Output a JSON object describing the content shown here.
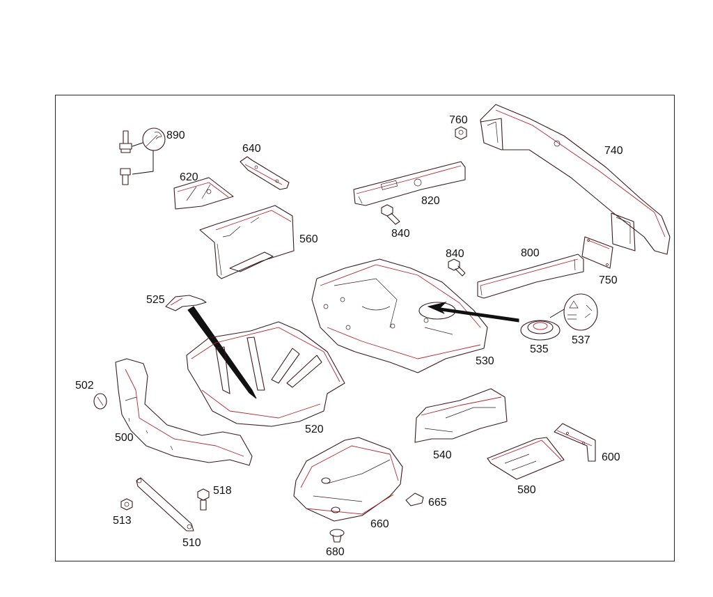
{
  "parts": {
    "p890": "890",
    "p640": "640",
    "p620": "620",
    "p560": "560",
    "p760": "760",
    "p740": "740",
    "p820": "820",
    "p840a": "840",
    "p840b": "840",
    "p800": "800",
    "p750": "750",
    "p525": "525",
    "p530": "530",
    "p535": "535",
    "p537": "537",
    "p502": "502",
    "p500": "500",
    "p520": "520",
    "p540": "540",
    "p600": "600",
    "p580": "580",
    "p518": "518",
    "p513": "513",
    "p510": "510",
    "p660": "660",
    "p665": "665",
    "p680": "680"
  },
  "colors": {
    "outline": "#3a1a1e",
    "accent": "#b3262e",
    "frame": "#222222"
  }
}
